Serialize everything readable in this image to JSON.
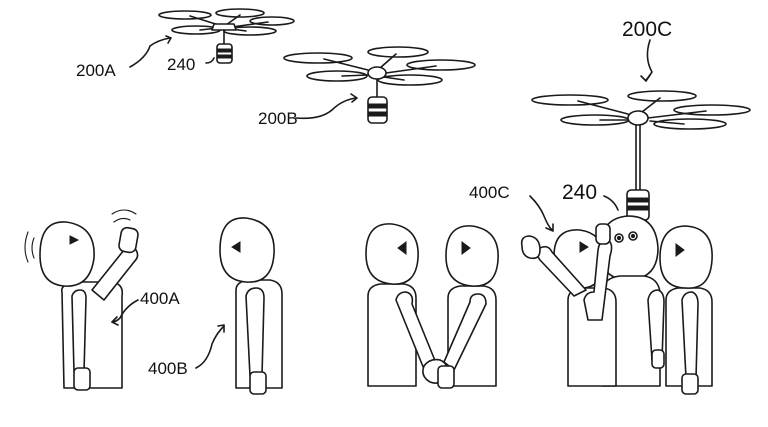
{
  "labels": {
    "drone_a": "200A",
    "drone_b": "200B",
    "drone_c": "200C",
    "payload_a": "240",
    "payload_c": "240",
    "person_a": "400A",
    "person_b": "400B",
    "person_c": "400C"
  },
  "colors": {
    "line": "#1a1a1a",
    "background": "#ffffff"
  }
}
